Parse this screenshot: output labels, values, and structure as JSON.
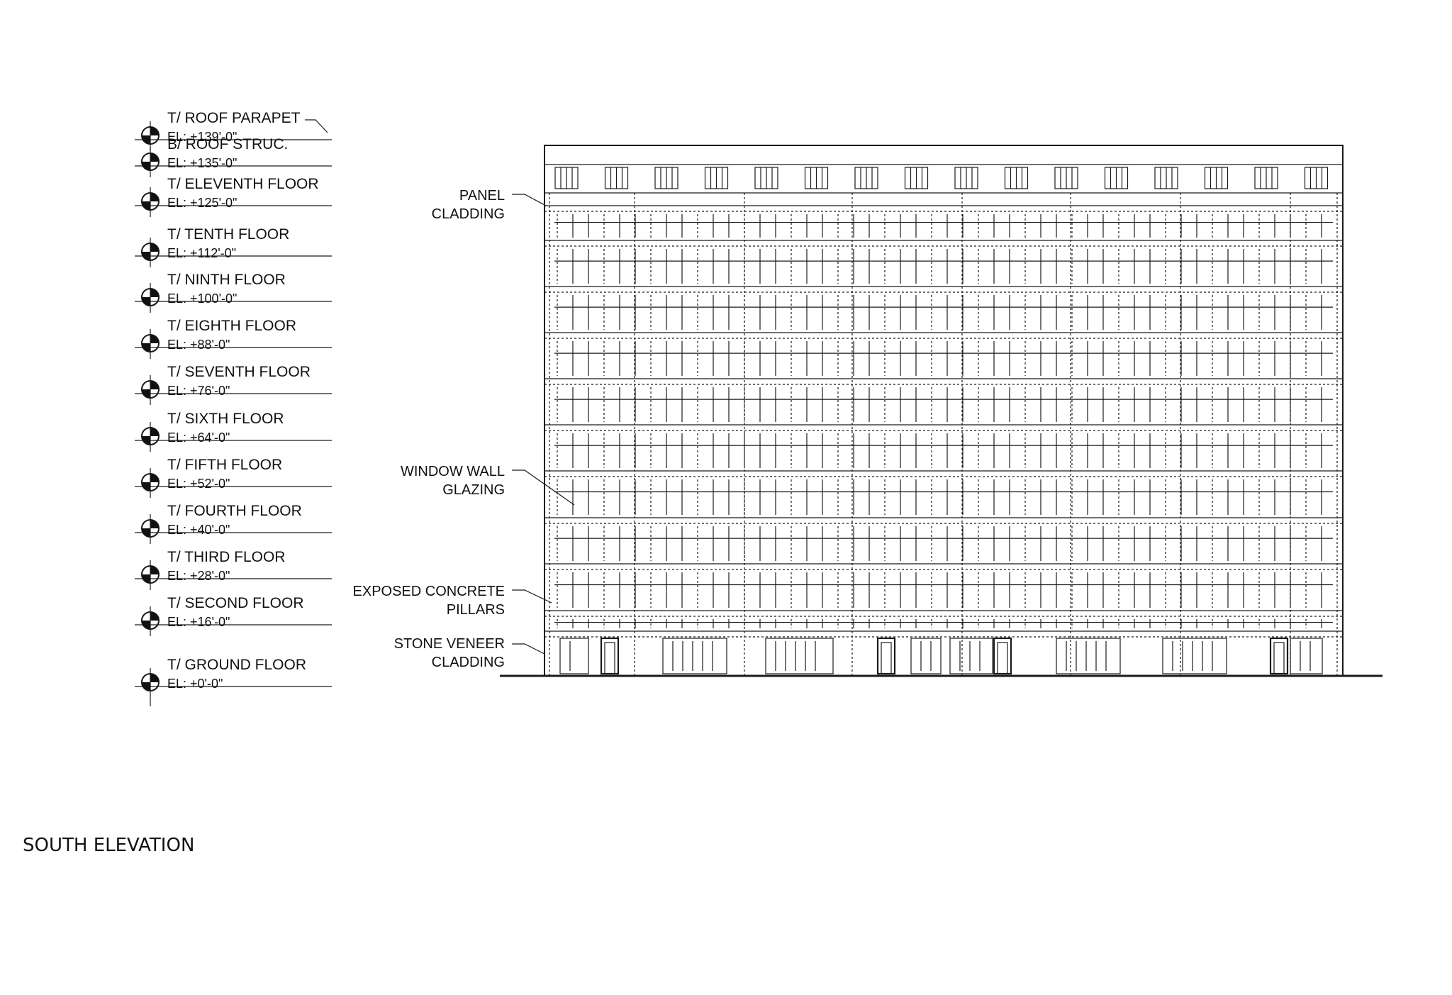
{
  "levels": [
    {
      "name": "T/ ROOF PARAPET",
      "elevation": "EL: +139'-0\""
    },
    {
      "name": "B/ ROOF STRUC.",
      "elevation": "EL: +135'-0\""
    },
    {
      "name": "T/ ELEVENTH FLOOR",
      "elevation": "EL: +125'-0\""
    },
    {
      "name": "T/ TENTH FLOOR",
      "elevation": "EL: +112'-0\""
    },
    {
      "name": "T/ NINTH FLOOR",
      "elevation": "EL. +100'-0\""
    },
    {
      "name": "T/ EIGHTH FLOOR",
      "elevation": "EL: +88'-0\""
    },
    {
      "name": "T/ SEVENTH FLOOR",
      "elevation": "EL: +76'-0\""
    },
    {
      "name": "T/ SIXTH FLOOR",
      "elevation": "EL: +64'-0\""
    },
    {
      "name": "T/ FIFTH FLOOR",
      "elevation": "EL: +52'-0\""
    },
    {
      "name": "T/ FOURTH FLOOR",
      "elevation": "EL: +40'-0\""
    },
    {
      "name": "T/ THIRD FLOOR",
      "elevation": "EL: +28'-0\""
    },
    {
      "name": "T/ SECOND FLOOR",
      "elevation": "EL: +16'-0\""
    },
    {
      "name": "T/ GROUND FLOOR",
      "elevation": "EL: +0'-0\""
    }
  ],
  "callouts": [
    {
      "line1": "PANEL",
      "line2": "CLADDING"
    },
    {
      "line1": "WINDOW WALL",
      "line2": "GLAZING"
    },
    {
      "line1": "EXPOSED CONCRETE",
      "line2": "PILLARS"
    },
    {
      "line1": "STONE VENEER",
      "line2": "CLADDING"
    }
  ],
  "title": "SOUTH ELEVATION"
}
